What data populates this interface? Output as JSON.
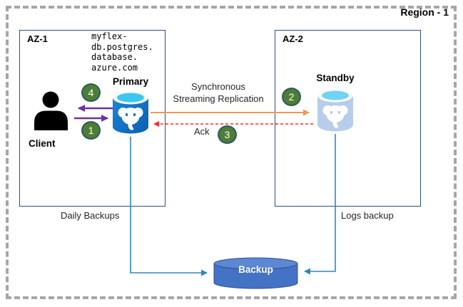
{
  "region": {
    "label": "Region - 1"
  },
  "zones": {
    "az1": "AZ-1",
    "az2": "AZ-2"
  },
  "client": {
    "label": "Client"
  },
  "primary": {
    "label": "Primary",
    "hostname": "myflex-\ndb.postgres.\ndatabase.\nazure.com"
  },
  "standby": {
    "label": "Standby"
  },
  "backup": {
    "label": "Backup"
  },
  "flows": {
    "replication": "Synchronous\nStreaming Replication",
    "ack": "Ack",
    "daily_backups": "Daily Backups",
    "logs_backup": "Logs backup"
  },
  "steps": {
    "s1": "1",
    "s2": "2",
    "s3": "3",
    "s4": "4"
  },
  "colors": {
    "az_border": "#2a5088",
    "region_border": "#a6a6a6",
    "step_badge_fill": "#4e7d35",
    "step_badge_border": "#2e5a60",
    "client_primary_arrow": "#7030a0",
    "replication_arrow": "#ed9853",
    "ack_arrow": "#ff2a2a",
    "backup_connector": "#2e86c8",
    "primary_db": "#1173c9",
    "primary_db_top": "#3ec6f3",
    "standby_db": "#b7cde9",
    "standby_db_top": "#6fd4f2",
    "backup_cylinder": "#4472c4",
    "backup_cylinder_top": "#5b87d3"
  }
}
